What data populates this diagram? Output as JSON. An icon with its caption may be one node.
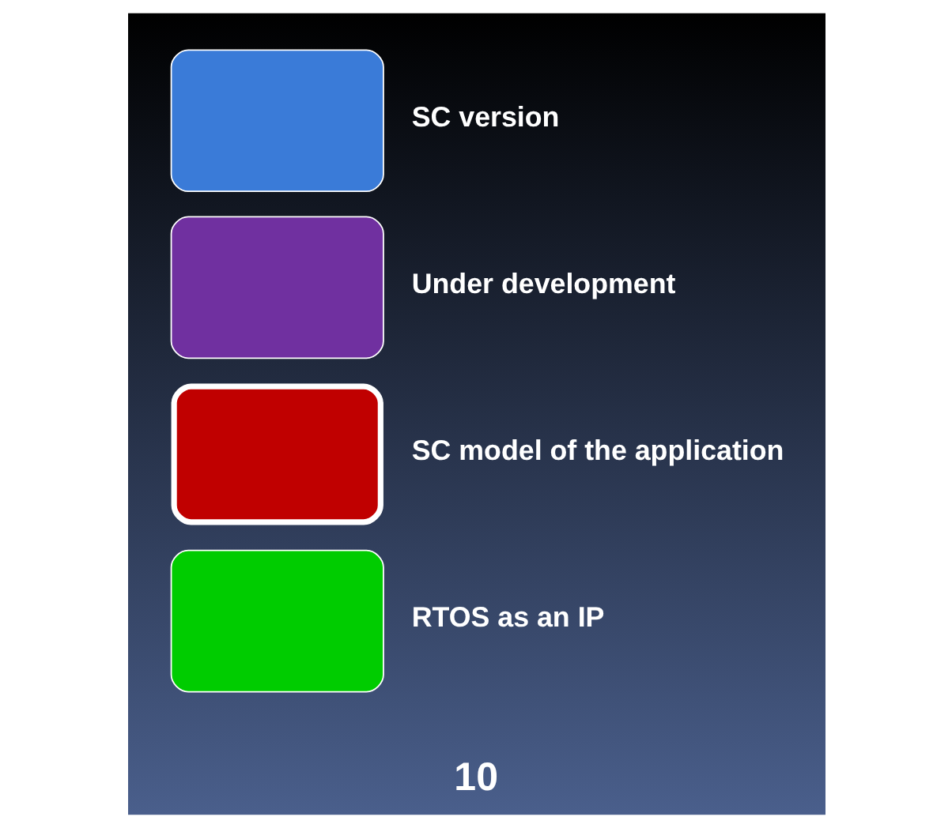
{
  "diagram": {
    "labels": [
      "10"
    ],
    "legend": [
      {
        "text": "SC version",
        "color": "#3a7bd8"
      },
      {
        "text": "Under development",
        "color": "#7030a0"
      },
      {
        "text": "SC model of the application",
        "color": "#c00000"
      },
      {
        "text": "RTOS as an IP",
        "color": "#00cc00"
      }
    ]
  }
}
